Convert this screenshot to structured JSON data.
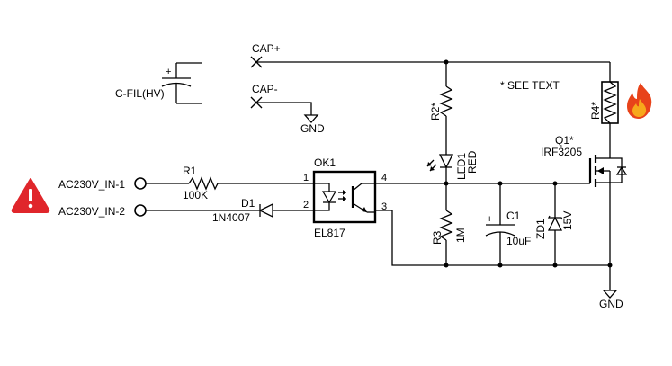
{
  "labels": {
    "c_fil": "C-FIL(HV)",
    "cap_plus": "CAP+",
    "cap_minus": "CAP-",
    "gnd_top": "GND",
    "gnd_bottom": "GND",
    "see_text": "* SEE TEXT",
    "in1": "AC230V_IN-1",
    "in2": "AC230V_IN-2",
    "r1_name": "R1",
    "r1_value": "100K",
    "d1_name": "D1",
    "d1_value": "1N4007",
    "ok1_name": "OK1",
    "ok1_value": "EL817",
    "pin1": "1",
    "pin2": "2",
    "pin3": "3",
    "pin4": "4",
    "r2_name": "R2*",
    "led1_name": "LED1",
    "led1_value": "RED",
    "r3_name": "R3",
    "r3_value": "1M",
    "c1_name": "C1",
    "c1_value": "10uF",
    "zd1_name": "ZD1",
    "zd1_value": "15V",
    "q1_name": "Q1*",
    "q1_value": "IRF3205",
    "r4_name": "R4*"
  },
  "icons": {
    "warning": "warning-triangle-icon",
    "fire": "flame-icon"
  },
  "colors": {
    "warning": "#e0262b",
    "flame_outer": "#e8431a",
    "flame_inner": "#f7a81b"
  }
}
